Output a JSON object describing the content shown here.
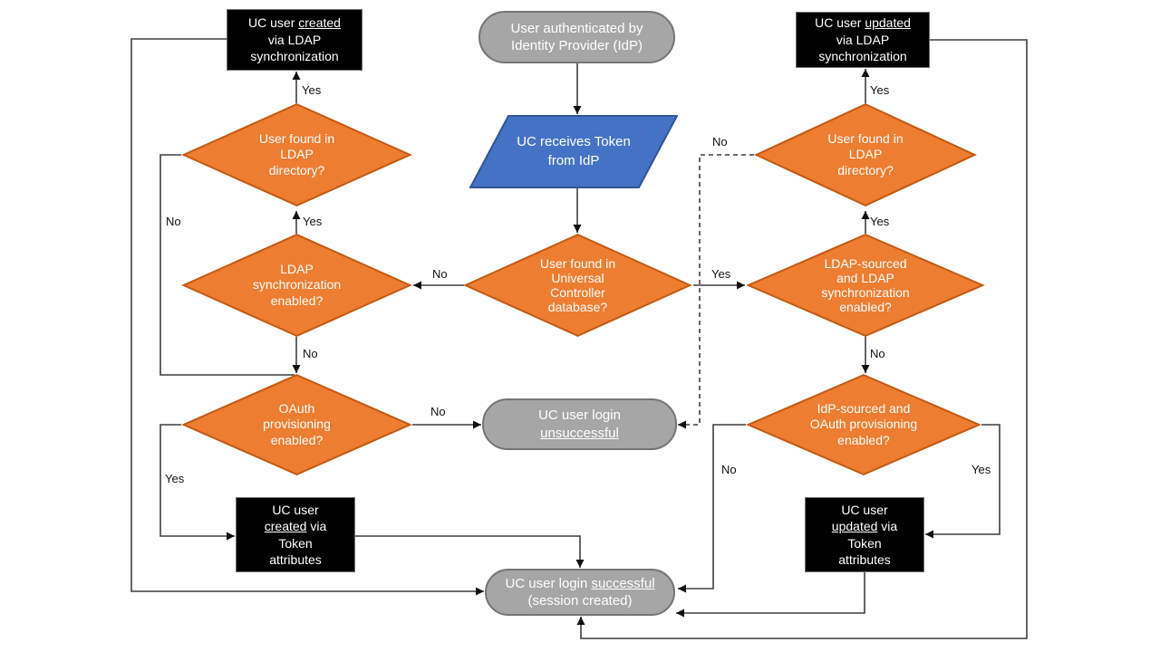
{
  "colors": {
    "orange": "#ed7d31",
    "orange-border": "#c45911",
    "blue": "#4472c4",
    "blue-border": "#2f5597",
    "gray": "#a6a6a6",
    "gray-border": "#757575",
    "line": "#3f3f3f"
  },
  "labels": {
    "yes": "Yes",
    "no": "No"
  },
  "nodes": {
    "auth_idp": {
      "l1": "User authenticated by",
      "l2": "Identity Provider (IdP)"
    },
    "receives_token": {
      "l1": "UC receives Token",
      "l2": "from IdP"
    },
    "created_ldap": {
      "l1a": "UC user ",
      "l1b": "created",
      "l2": "via LDAP",
      "l3": "synchronization"
    },
    "updated_ldap": {
      "l1a": "UC user ",
      "l1b": "updated",
      "l2": "via LDAP",
      "l3": "synchronization"
    },
    "found_ldap_left": {
      "l1": "User found in",
      "l2": "LDAP",
      "l3": "directory?"
    },
    "found_ldap_right": {
      "l1": "User found in",
      "l2": "LDAP",
      "l3": "directory?"
    },
    "sync_enabled": {
      "l1": "LDAP",
      "l2": "synchronization",
      "l3": "enabled?"
    },
    "found_uc": {
      "l1": "User found in",
      "l2": "Universal",
      "l3": "Controller",
      "l4": "database?"
    },
    "ldap_sourced": {
      "l1": "LDAP-sourced",
      "l2": "and LDAP",
      "l3": "synchronization",
      "l4": "enabled?"
    },
    "oauth_prov": {
      "l1": "OAuth",
      "l2": "provisioning",
      "l3": "enabled?"
    },
    "idp_sourced": {
      "l1": "IdP-sourced and",
      "l2": "OAuth provisioning",
      "l3": "enabled?"
    },
    "login_unsuccessful": {
      "l1": "UC user login",
      "l2u": "unsuccessful"
    },
    "created_token": {
      "l1": "UC user",
      "l2a": "created",
      "l2b": " via",
      "l3": "Token",
      "l4": "attributes"
    },
    "updated_token": {
      "l1": "UC user",
      "l2a": "updated",
      "l2b": " via",
      "l3": "Token",
      "l4": "attributes"
    },
    "login_successful": {
      "l1a": "UC user login ",
      "l1b": "successful",
      "l2": "(session created)"
    }
  }
}
